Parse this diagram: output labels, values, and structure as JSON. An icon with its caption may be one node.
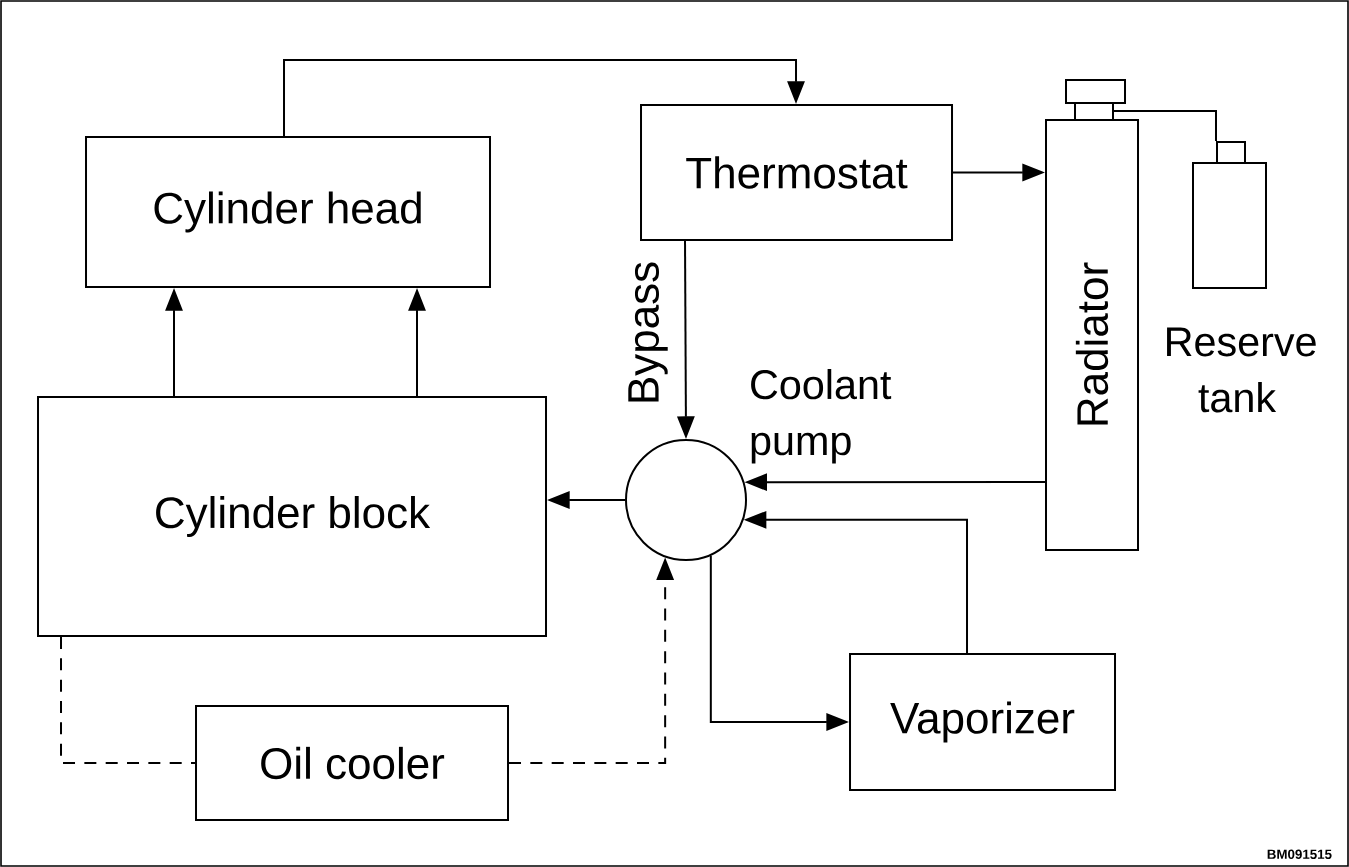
{
  "diagram": {
    "nodes": [
      {
        "text": [
          "Cylinder head"
        ]
      },
      {
        "text": [
          "Thermostat"
        ]
      },
      {
        "text": [
          "Radiator"
        ]
      },
      {
        "text": [
          "Reserve tank"
        ]
      },
      {
        "text": [
          "Coolant pump"
        ]
      },
      {
        "text": [
          "Cylinder block"
        ]
      },
      {
        "text": [
          "Vaporizer"
        ]
      },
      {
        "text": [
          "Oil cooler"
        ]
      }
    ],
    "edges": [
      {
        "from": 0,
        "to": 1,
        "arrow": "to"
      },
      {
        "from": 1,
        "to": 2,
        "arrow": "to"
      },
      {
        "from": 1,
        "to": 4,
        "arrow": "to",
        "label": "Bypass"
      },
      {
        "from": 2,
        "to": 4,
        "arrow": "to"
      },
      {
        "from": 6,
        "to": 4,
        "arrow": "to"
      },
      {
        "from": 4,
        "to": 5,
        "arrow": "to"
      },
      {
        "from": 5,
        "to": 0,
        "arrow": "to"
      },
      {
        "from": 5,
        "to": 0,
        "arrow": "to"
      },
      {
        "from": 4,
        "to": 6,
        "arrow": "to"
      },
      {
        "from": 5,
        "to": 7,
        "arrow": "none",
        "style": "dashed"
      },
      {
        "from": 7,
        "to": 4,
        "arrow": "to",
        "style": "dashed"
      },
      {
        "from": 2,
        "to": 3,
        "arrow": "none"
      }
    ],
    "labels": [
      "BM091515"
    ]
  }
}
